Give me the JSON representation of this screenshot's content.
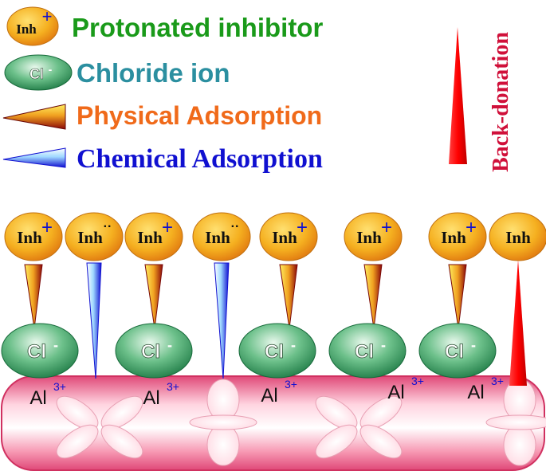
{
  "legend": {
    "inhibitor_label": "Inh",
    "inhibitor_charge": "+",
    "chloride_label": "Cl",
    "chloride_charge": "-",
    "protonated_text": "Protonated inhibitor",
    "chloride_text": "Chloride ion",
    "physical_text": "Physical Adsorption",
    "chemical_text": "Chemical Adsorption",
    "backdonation_text": "Back-donation"
  },
  "colors": {
    "protonated": "#1a9a1a",
    "chloride": "#2b8fa0",
    "physical": "#f06a1a",
    "chemical": "#1010d0",
    "backdonation": "#d0103a",
    "inh_fill": "#f5b020",
    "cl_fill": "#3aa060",
    "surface": "#f07090"
  },
  "inhibitors": [
    {
      "label": "Inh",
      "mark": "+"
    },
    {
      "label": "Inh",
      "mark": "··"
    },
    {
      "label": "Inh",
      "mark": "+"
    },
    {
      "label": "Inh",
      "mark": "··"
    },
    {
      "label": "Inh",
      "mark": "+"
    },
    {
      "label": "Inh",
      "mark": "+"
    },
    {
      "label": "Inh",
      "mark": "+"
    },
    {
      "label": "Inh",
      "mark": ""
    }
  ],
  "chlorides": [
    {
      "label": "Cl",
      "charge": "-"
    },
    {
      "label": "Cl",
      "charge": "-"
    },
    {
      "label": "Cl",
      "charge": "-"
    },
    {
      "label": "Cl",
      "charge": "-"
    },
    {
      "label": "Cl",
      "charge": "-"
    }
  ],
  "aluminum": [
    {
      "label": "Al",
      "charge": "3+"
    },
    {
      "label": "Al",
      "charge": "3+"
    },
    {
      "label": "Al",
      "charge": "3+"
    },
    {
      "label": "Al",
      "charge": "3+"
    },
    {
      "label": "Al",
      "charge": "3+"
    }
  ]
}
